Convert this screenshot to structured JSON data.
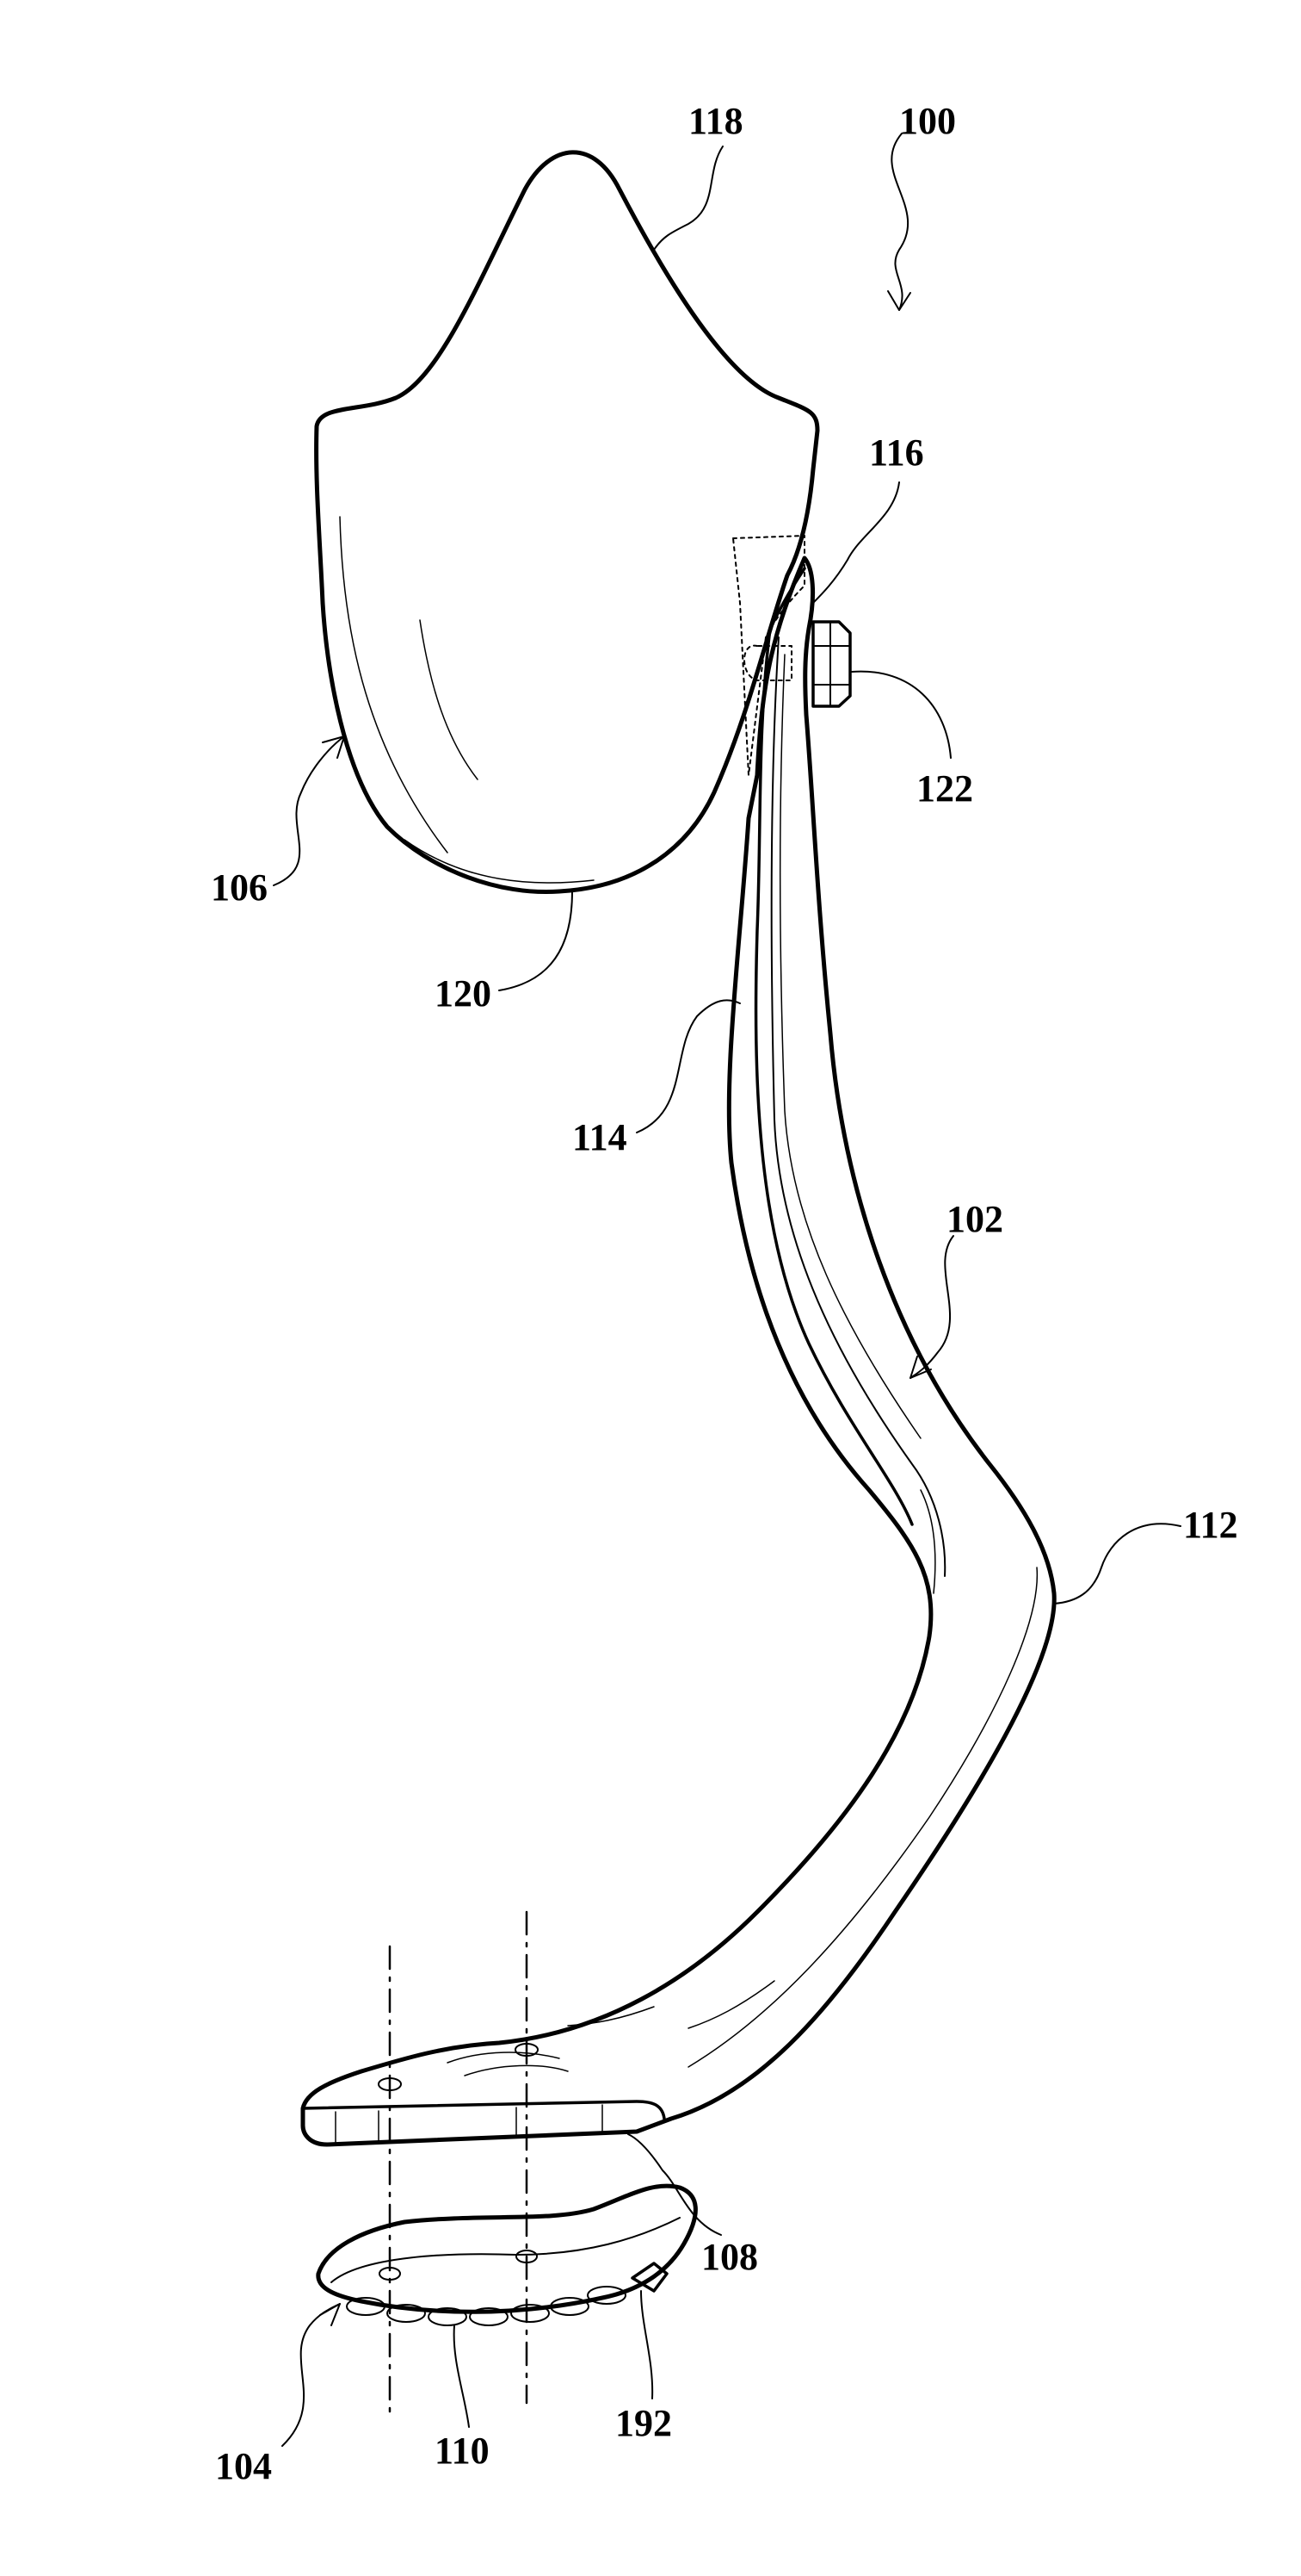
{
  "figure": {
    "overall_ref": "100",
    "labels": {
      "ref_100": "100",
      "ref_118": "118",
      "ref_116": "116",
      "ref_122": "122",
      "ref_106": "106",
      "ref_120": "120",
      "ref_114": "114",
      "ref_102": "102",
      "ref_112": "112",
      "ref_108": "108",
      "ref_104": "104",
      "ref_110": "110",
      "ref_192": "192"
    }
  }
}
